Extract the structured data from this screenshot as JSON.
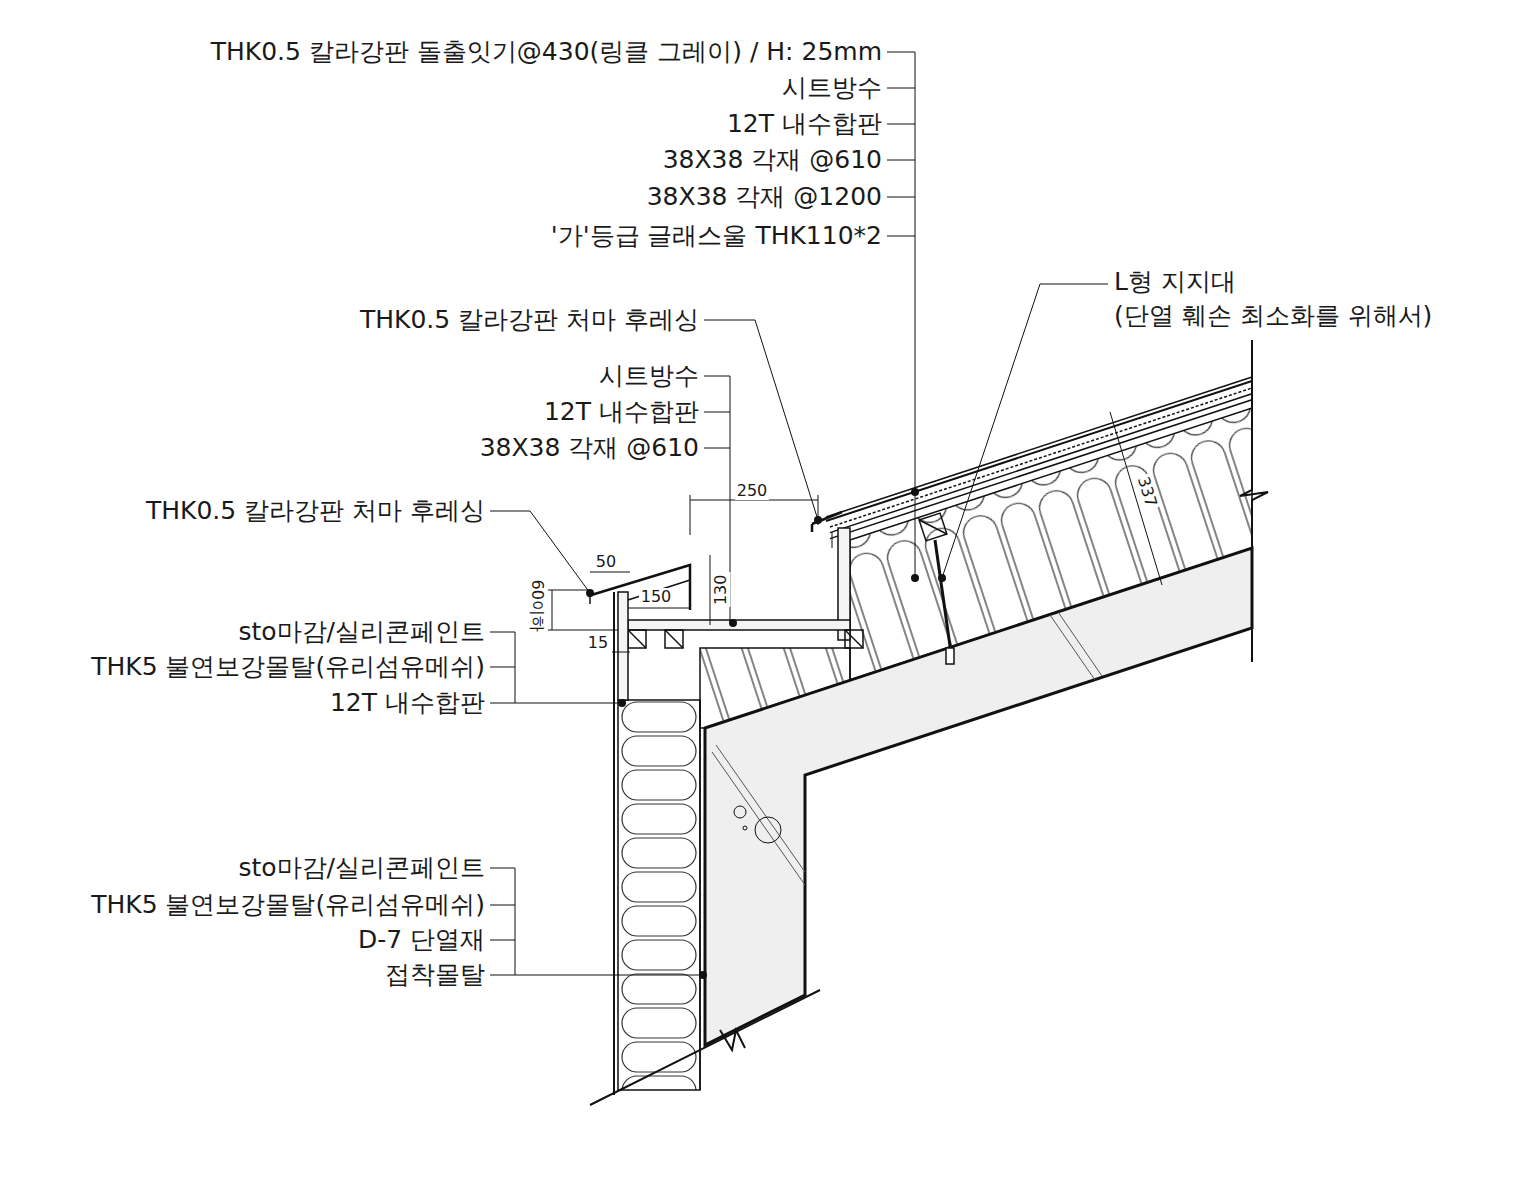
{
  "diagram": {
    "labels": [
      "THK0.5 칼라강판 돌출잇기@430(링클 그레이) / H: 25mm",
      "시트방수",
      "12T 내수합판",
      "38X38 각재 @610",
      "38X38 각재 @1200",
      "'가'등급 글래스울 THK110*2",
      "L형 지지대",
      "(단열 훼손 최소화를 위해서)",
      "THK0.5 칼라강판 처마 후레싱",
      "시트방수",
      "12T 내수합판",
      "38X38 각재 @610",
      "THK0.5 칼라강판 처마 후레싱",
      "sto마감/실리콘페인트",
      "THK5 불연보강몰탈(유리섬유메쉬)",
      "12T 내수합판",
      "sto마감/실리콘페인트",
      "THK5 불연보강몰탈(유리섬유메쉬)",
      "D-7 단열재",
      "접착몰탈",
      "250",
      "50",
      "150",
      "130",
      "60이하",
      "15",
      "337"
    ]
  }
}
